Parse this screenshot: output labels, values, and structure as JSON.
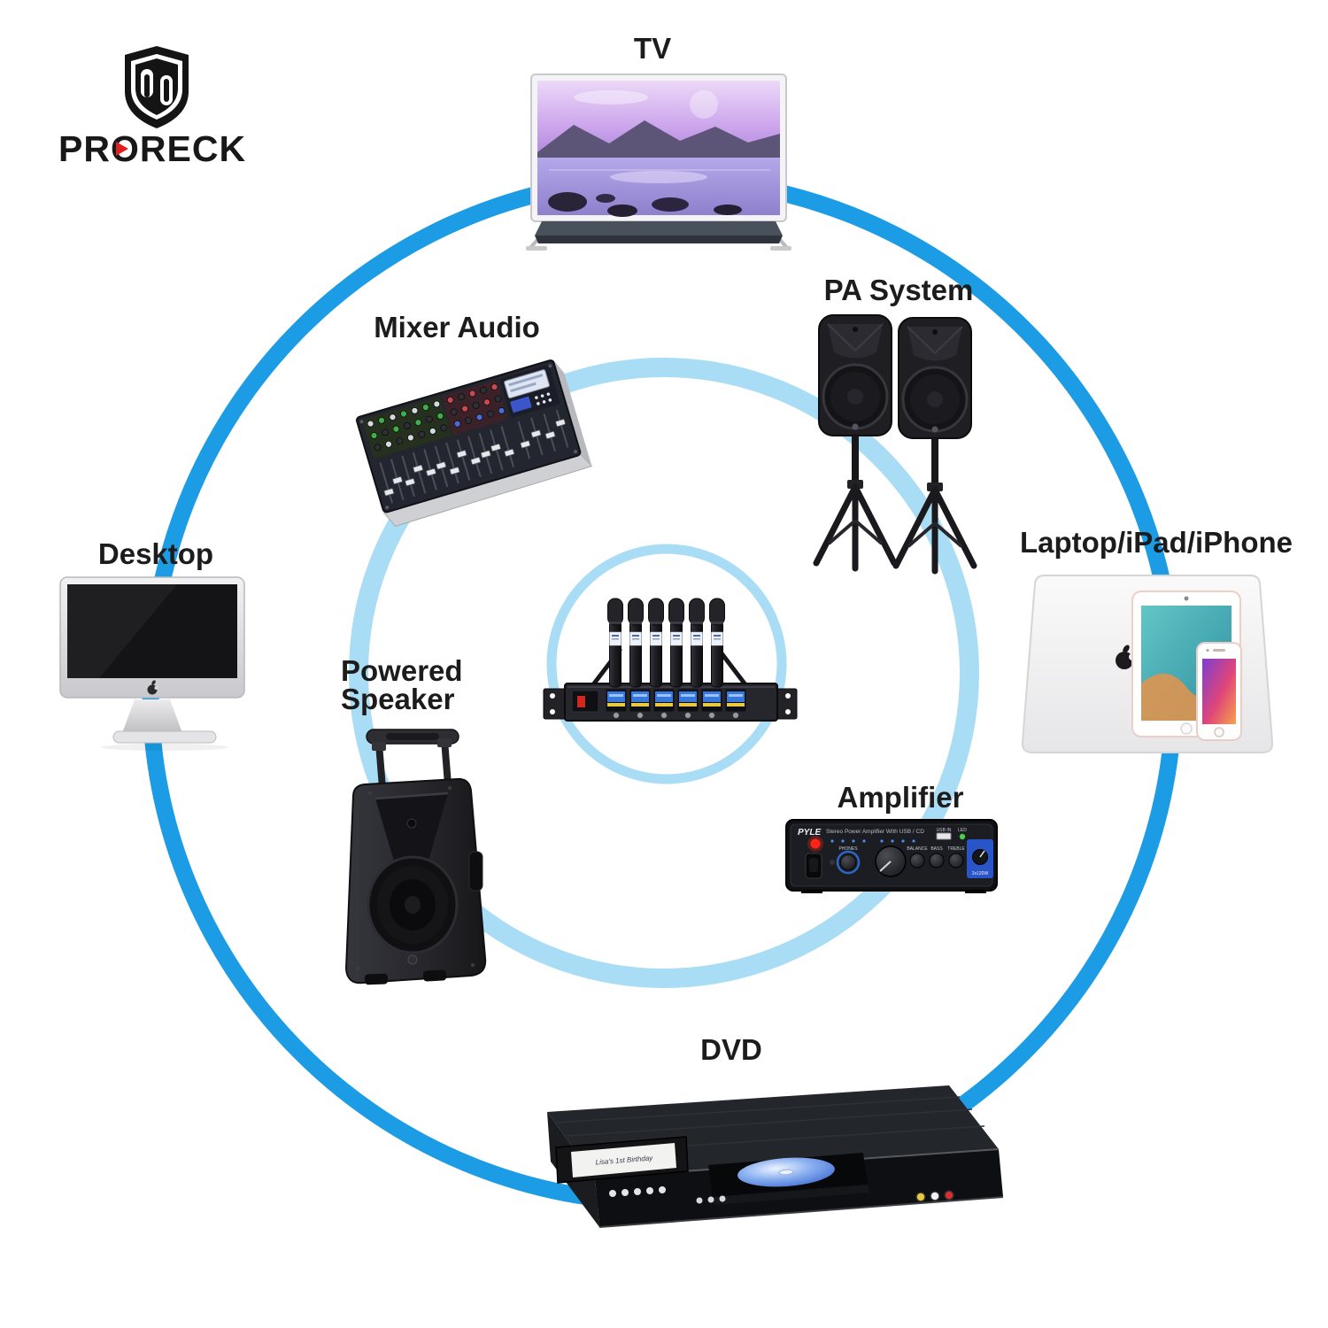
{
  "brand": {
    "name": "PRORECK",
    "text_pr": "PR",
    "text_o": "O",
    "text_reck": "RECK"
  },
  "device_labels": {
    "tv": "TV",
    "pa_system": "PA System",
    "mixer_audio": "Mixer Audio",
    "laptop": "Laptop/iPad/iPhone",
    "desktop": "Desktop",
    "powered_speaker_line1": "Powered",
    "powered_speaker_line2": "Speaker",
    "amplifier": "Amplifier",
    "dvd": "DVD"
  },
  "amplifier_panel": {
    "brand": "PYLE",
    "title": "Stereo Power Amplifier With USB / CD",
    "knob_labels": [
      "PHONES",
      "BALANCE",
      "BASS",
      "TREBLE"
    ],
    "usb_label": "USB IN",
    "led_label": "LED",
    "power_rating": "2x120W"
  },
  "dvd_panel": {
    "vhs_label": "Lisa's 1st Birthday"
  },
  "colors": {
    "background": "#FFFFFF",
    "ring_outer": "#1B9CE5",
    "ring_light": "#A9DCF5",
    "label_text": "#1C1C1C",
    "logo_accent_red": "#E02020"
  }
}
